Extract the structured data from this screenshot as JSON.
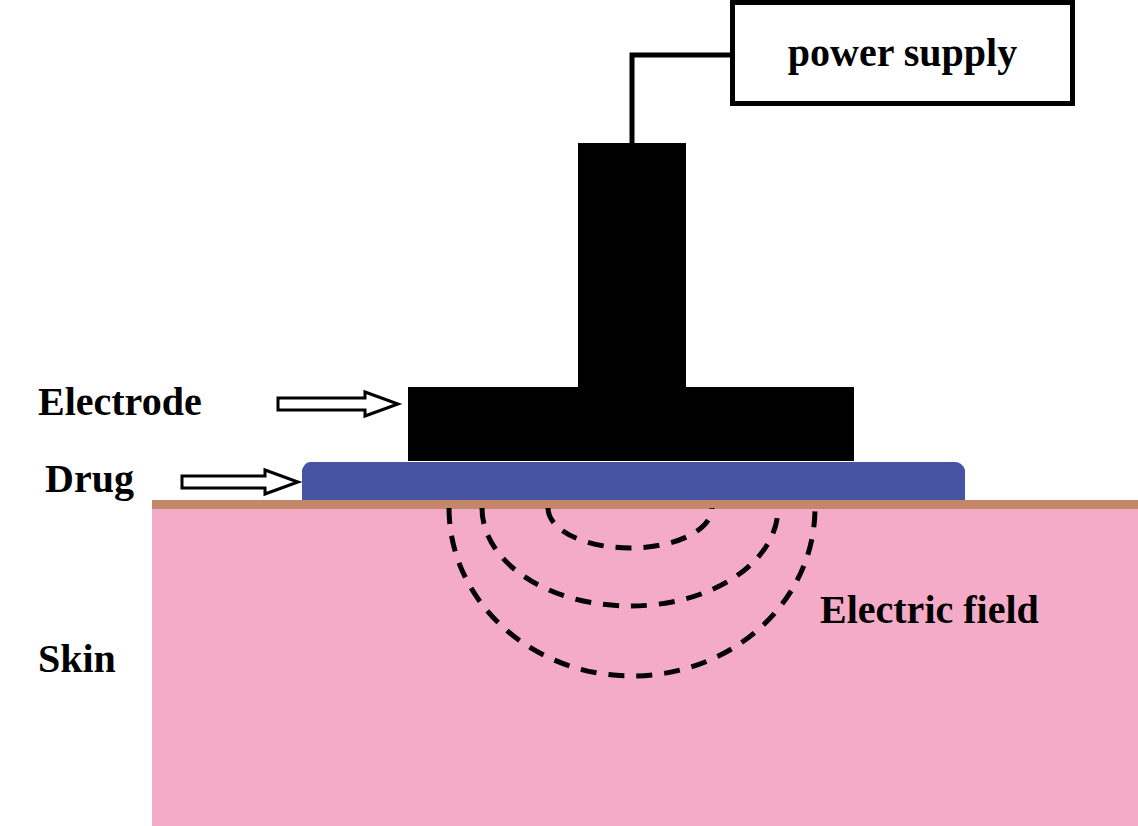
{
  "diagram": {
    "nodes": [
      {
        "text": [
          "power supply"
        ]
      }
    ],
    "labels": [
      "Electrode",
      "Drug",
      "Skin",
      "Electric field"
    ]
  }
}
